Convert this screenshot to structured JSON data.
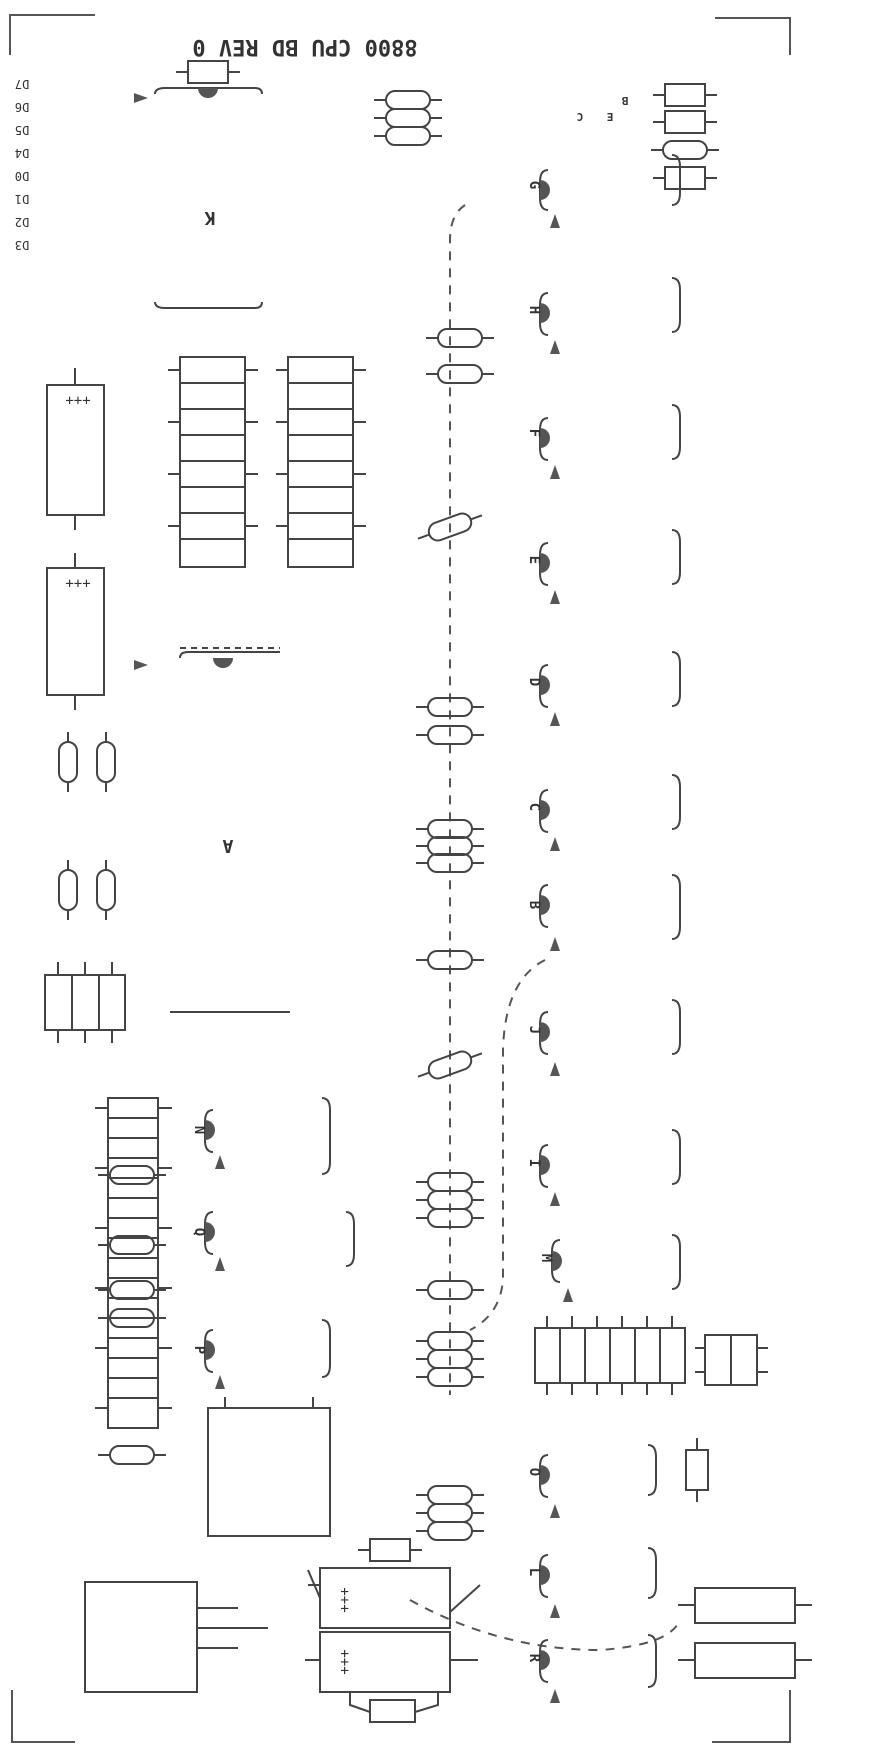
{
  "board": {
    "title": "8800 CPU BD REV 0",
    "data_lines": [
      "D7",
      "D6",
      "D5",
      "D4",
      "D0",
      "D1",
      "D2",
      "D3"
    ],
    "labels": {
      "transistor_pins": [
        "B",
        "E",
        "C"
      ],
      "chip_K": "K",
      "chip_A": "A",
      "chips_right": [
        "G",
        "H",
        "F",
        "E",
        "D",
        "C",
        "B",
        "J",
        "I",
        "M",
        "O",
        "L",
        "R"
      ],
      "chips_left": [
        "N",
        "Q",
        "P"
      ]
    },
    "capacitor_marking": "+++"
  }
}
